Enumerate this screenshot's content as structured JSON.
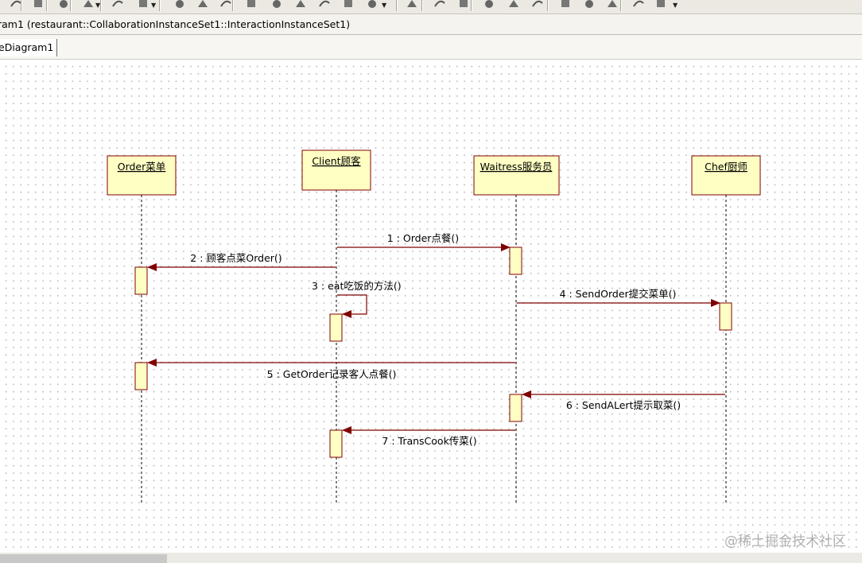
{
  "window": {
    "title": "ram1 (restaurant::CollaborationInstanceSet1::InteractionInstanceSet1)",
    "active_tab": "eDiagram1"
  },
  "toolbar": {
    "icons": [
      "redo-icon",
      "undo-icon",
      "print-icon",
      "bold-fill-icon",
      "shapes-icon",
      "zoom-icon",
      "align-bottom-icon",
      "align-middle-icon",
      "align-top-icon",
      "message-icon",
      "box-icon",
      "edit-icon",
      "attach-icon",
      "note-icon",
      "layout-icon",
      "grid-icon",
      "copy-icon",
      "paste-icon",
      "align-left-icon",
      "align-center-icon",
      "align-right-icon",
      "distribute-icon",
      "stack-icon",
      "share-icon",
      "link-icon",
      "tree-icon"
    ]
  },
  "colors": {
    "object_fill": "#ffffc4",
    "object_border": "#800000",
    "message_line": "#800000",
    "lifeline": "#000000"
  },
  "diagram": {
    "objects": [
      {
        "id": "order",
        "label": "Order菜单"
      },
      {
        "id": "client",
        "label": "Client顾客"
      },
      {
        "id": "waitress",
        "label": "Waitress服务员"
      },
      {
        "id": "chef",
        "label": "Chef厨师"
      }
    ],
    "messages": [
      {
        "from": "client",
        "to": "waitress",
        "label": "1 : Order点餐()"
      },
      {
        "from": "client",
        "to": "order",
        "label": "2 : 顾客点菜Order()"
      },
      {
        "from": "client",
        "to": "client",
        "label": "3 : eat吃饭的方法()"
      },
      {
        "from": "waitress",
        "to": "chef",
        "label": "4 : SendOrder提交菜单()"
      },
      {
        "from": "waitress",
        "to": "order",
        "label": "5 : GetOrder记录客人点餐()"
      },
      {
        "from": "chef",
        "to": "waitress",
        "label": "6 : SendALert提示取菜()"
      },
      {
        "from": "waitress",
        "to": "client",
        "label": "7 : TransCook传菜()"
      }
    ]
  },
  "watermark": "@稀土掘金技术社区"
}
